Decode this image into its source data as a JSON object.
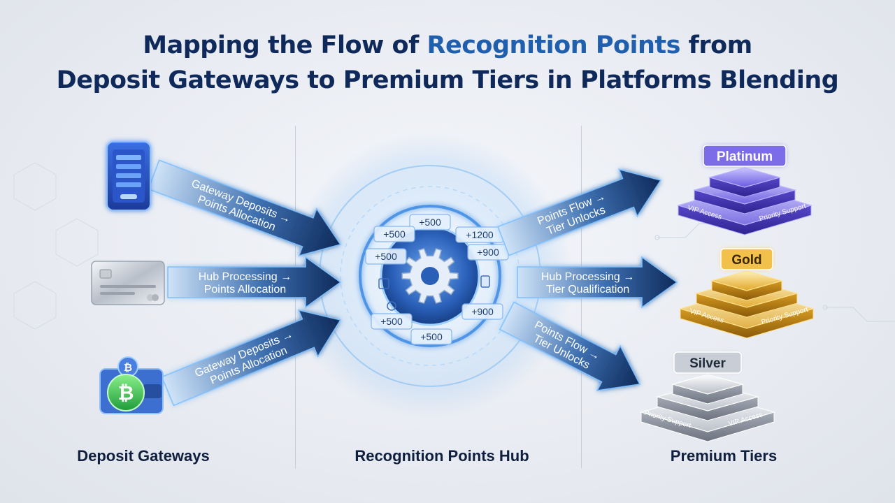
{
  "title": {
    "line1_part1": "Mapping the Flow of ",
    "line1_part2": "Recognition Points",
    "line1_part3": " from",
    "line2": "Deposit Gateways to Premium Tiers in Platforms Blending"
  },
  "columns": {
    "left": "Deposit Gateways",
    "center": "Recognition Points Hub",
    "right": "Premium Tiers"
  },
  "flows": {
    "in_top": [
      "Gateway Deposits →",
      "Points Allocation"
    ],
    "in_mid": [
      "Hub Processing →",
      "Points Allocation"
    ],
    "in_bot": [
      "Gateway Deposits →",
      "Points Allocation"
    ],
    "out_top": [
      "Points Flow →",
      "Tier Unlocks"
    ],
    "out_mid": [
      "Hub Processing →",
      "Tier Qualification"
    ],
    "out_bot": [
      "Points Flow →",
      "Tier Unlocks"
    ]
  },
  "hub_tokens": [
    "+500",
    "+500",
    "+1200",
    "+500",
    "+900",
    "+500",
    "+900",
    "+500"
  ],
  "tiers": {
    "platinum": {
      "label": "Platinum",
      "perk_left": "VIP Access",
      "perk_right": "Priority Support"
    },
    "gold": {
      "label": "Gold",
      "perk_left": "VIP Access",
      "perk_right": "Priority Support"
    },
    "silver": {
      "label": "Silver",
      "perk_left": "Priority Support",
      "perk_right": "VIP Access"
    }
  },
  "gateway_icons": [
    "mobile-app-icon",
    "bank-card-icon",
    "crypto-wallet-icon"
  ],
  "hub_icon": "gear-icon",
  "colors": {
    "navy": "#0f2a5a",
    "accent": "#1f5fae",
    "arrow": "#12305f",
    "glow": "#5aaaf5",
    "platinum": "#6a5be0",
    "gold": "#e2a72a",
    "silver": "#b7bcc6"
  }
}
